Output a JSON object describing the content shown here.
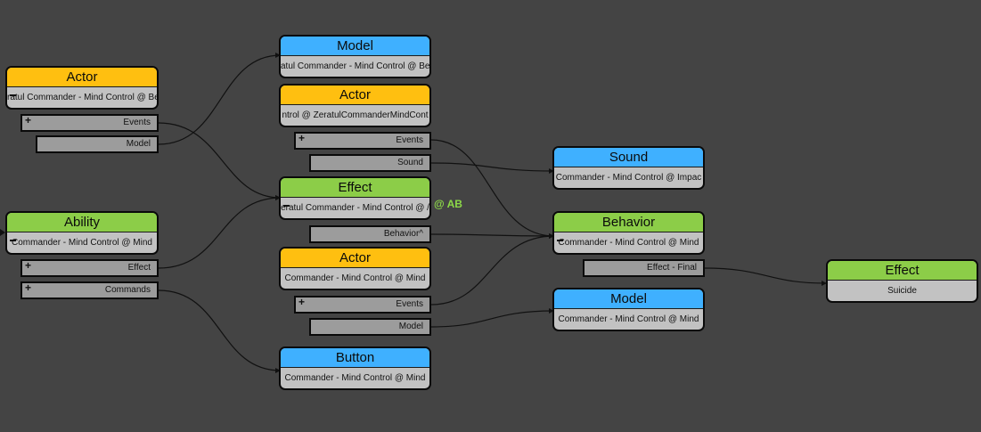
{
  "nodes": {
    "actor_left": {
      "title": "Actor",
      "subtitle": "ratul Commander - Mind Control @ Be",
      "ports": [
        "Events",
        "Model"
      ]
    },
    "ability": {
      "title": "Ability",
      "subtitle": "Commander - Mind Control @ Mind",
      "ports": [
        "Effect",
        "Commands"
      ]
    },
    "model_top": {
      "title": "Model",
      "subtitle": "atul Commander - Mind Control @ Be"
    },
    "actor_mid": {
      "title": "Actor",
      "subtitle": "ntrol @ ZeratulCommanderMindCont",
      "ports": [
        "Events",
        "Sound"
      ]
    },
    "effect_mid": {
      "title": "Effect",
      "subtitle": "eratul Commander - Mind Control @ /",
      "extra_label": "@ AB",
      "ports": [
        "Behavior^"
      ]
    },
    "actor_mid2": {
      "title": "Actor",
      "subtitle": "Commander - Mind Control @ Mind",
      "ports": [
        "Events",
        "Model"
      ]
    },
    "button": {
      "title": "Button",
      "subtitle": "Commander - Mind Control @ Mind"
    },
    "sound": {
      "title": "Sound",
      "subtitle": "Commander - Mind Control @ Impac"
    },
    "behavior": {
      "title": "Behavior",
      "subtitle": "Commander - Mind Control @ Mind",
      "ports": [
        "Effect - Final"
      ]
    },
    "model_right": {
      "title": "Model",
      "subtitle": "Commander - Mind Control @ Mind"
    },
    "effect_right": {
      "title": "Effect",
      "subtitle": "Suicide"
    }
  },
  "colors": {
    "background": "#444444",
    "actor": "#ffbf10",
    "model": "#3fb0ff",
    "effect": "#8ccd48",
    "port": "#9c9c9c",
    "body": "#c2c2c2",
    "extra_label": "#8cd848"
  }
}
